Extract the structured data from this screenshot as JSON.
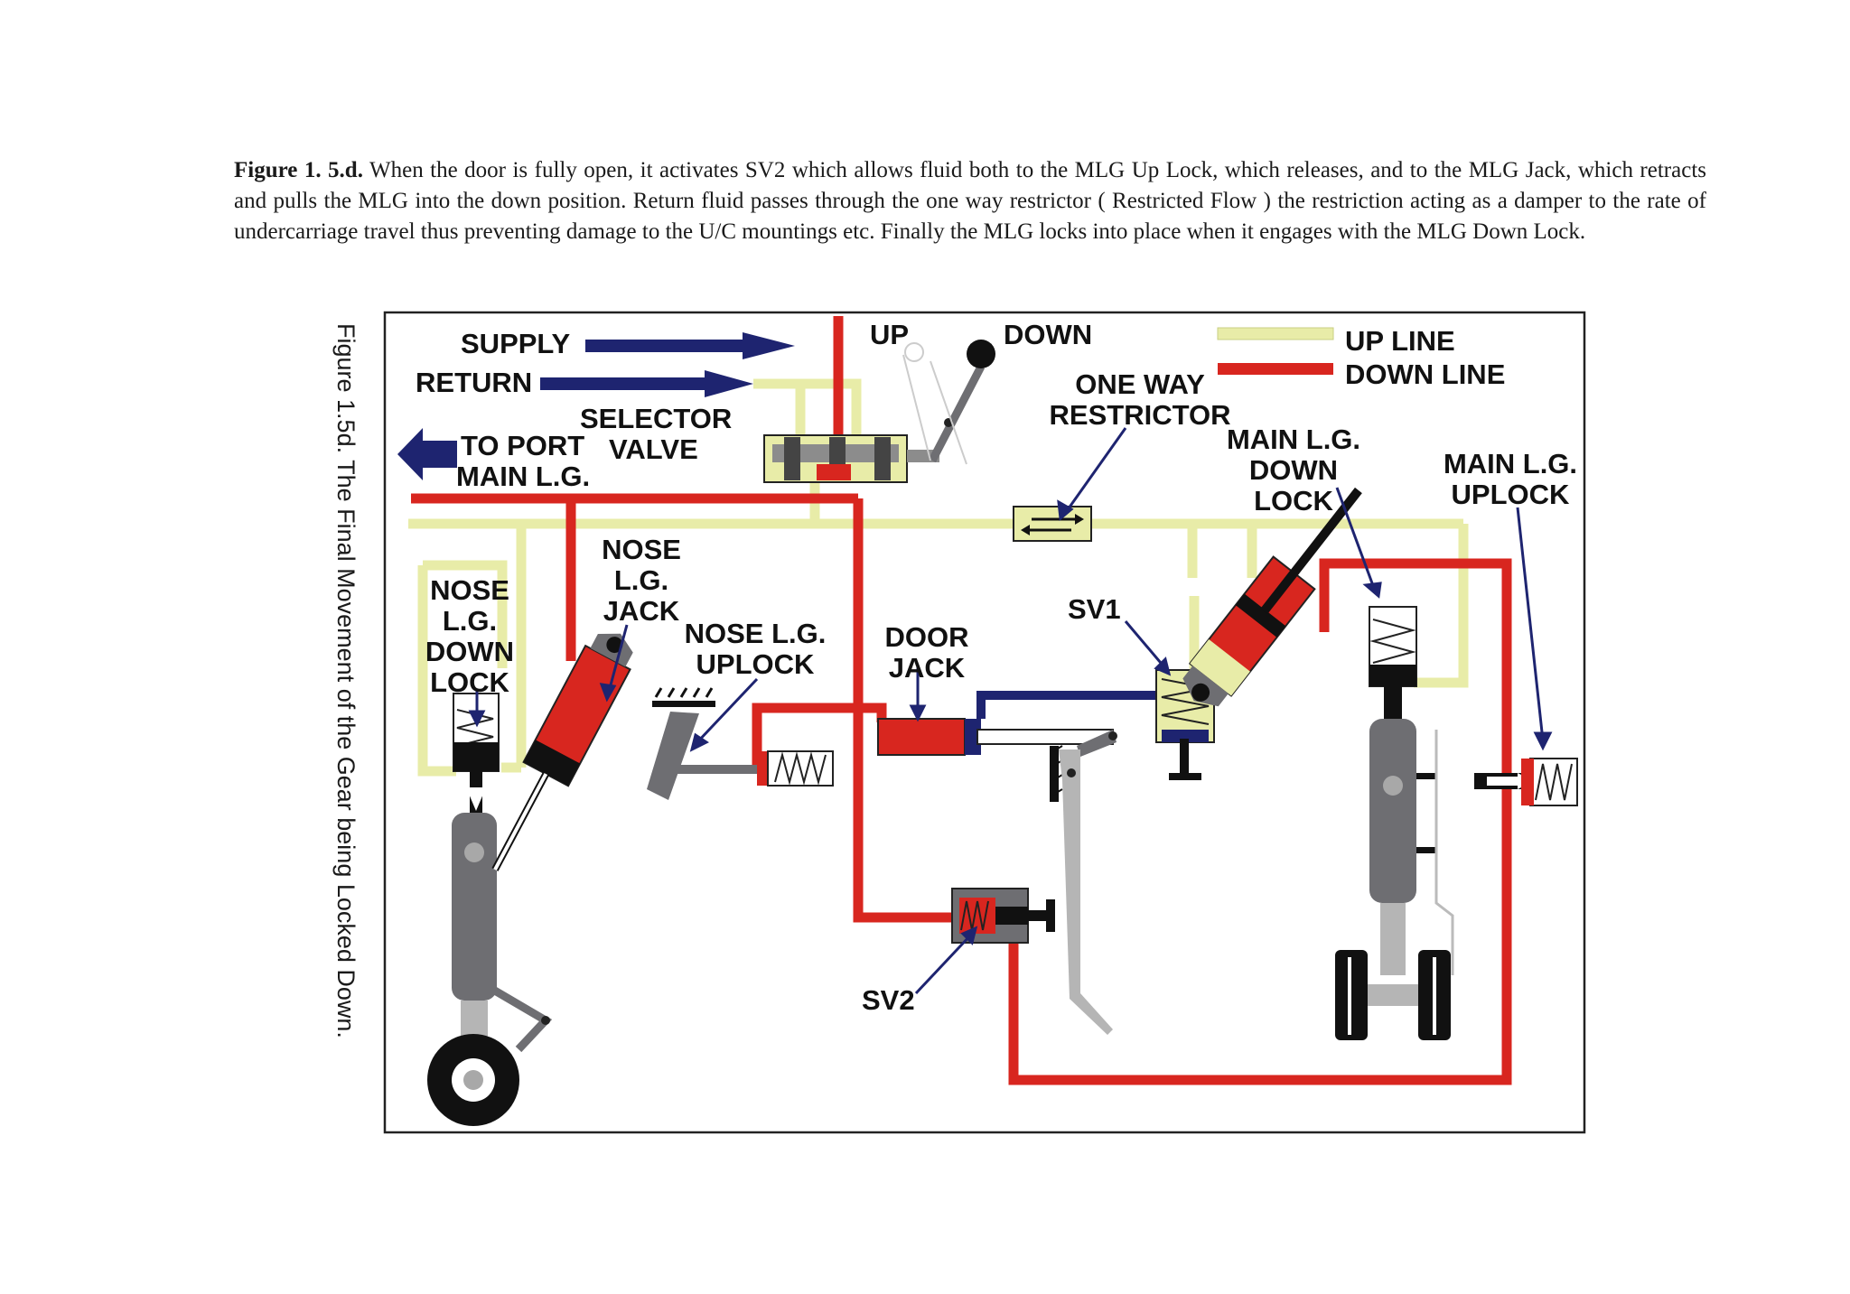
{
  "caption": {
    "figure_label": "Figure 1. 5.d.",
    "text": "When the door is fully open, it activates SV2 which allows fluid both to the MLG Up Lock, which releases, and to the MLG Jack, which retracts and pulls the MLG into the down position. Return fluid passes through the one way restrictor ( Restricted Flow ) the restriction acting as a damper to the rate of undercarriage travel thus preventing damage to the U/C mountings etc. Finally the MLG locks into place when it engages with the MLG Down Lock."
  },
  "side_caption": "Figure 1.5d. The Final Movement of the Gear being Locked Down.",
  "colors": {
    "up_line": "#e8eca8",
    "down_line": "#d8261f",
    "supply_return": "#1e2470",
    "component_gray": "#6e6e72"
  },
  "labels": {
    "supply": "SUPPLY",
    "return": "RETURN",
    "selector_1": "SELECTOR",
    "selector_2": "VALVE",
    "to_port_1": "TO PORT",
    "to_port_2": "MAIN L.G.",
    "up": "UP",
    "down": "DOWN",
    "one_way_1": "ONE WAY",
    "one_way_2": "RESTRICTOR",
    "legend_up": "UP LINE",
    "legend_down": "DOWN LINE",
    "main_down_lock_1": "MAIN L.G.",
    "main_down_lock_2": "DOWN",
    "main_down_lock_3": "LOCK",
    "main_uplock_1": "MAIN L.G.",
    "main_uplock_2": "UPLOCK",
    "nose_jack_1": "NOSE",
    "nose_jack_2": "L.G.",
    "nose_jack_3": "JACK",
    "nose_down_lock_1": "NOSE",
    "nose_down_lock_2": "L.G.",
    "nose_down_lock_3": "DOWN",
    "nose_down_lock_4": "LOCK",
    "nose_uplock_1": "NOSE L.G.",
    "nose_uplock_2": "UPLOCK",
    "door_jack_1": "DOOR",
    "door_jack_2": "JACK",
    "sv1": "SV1",
    "sv2": "SV2"
  }
}
